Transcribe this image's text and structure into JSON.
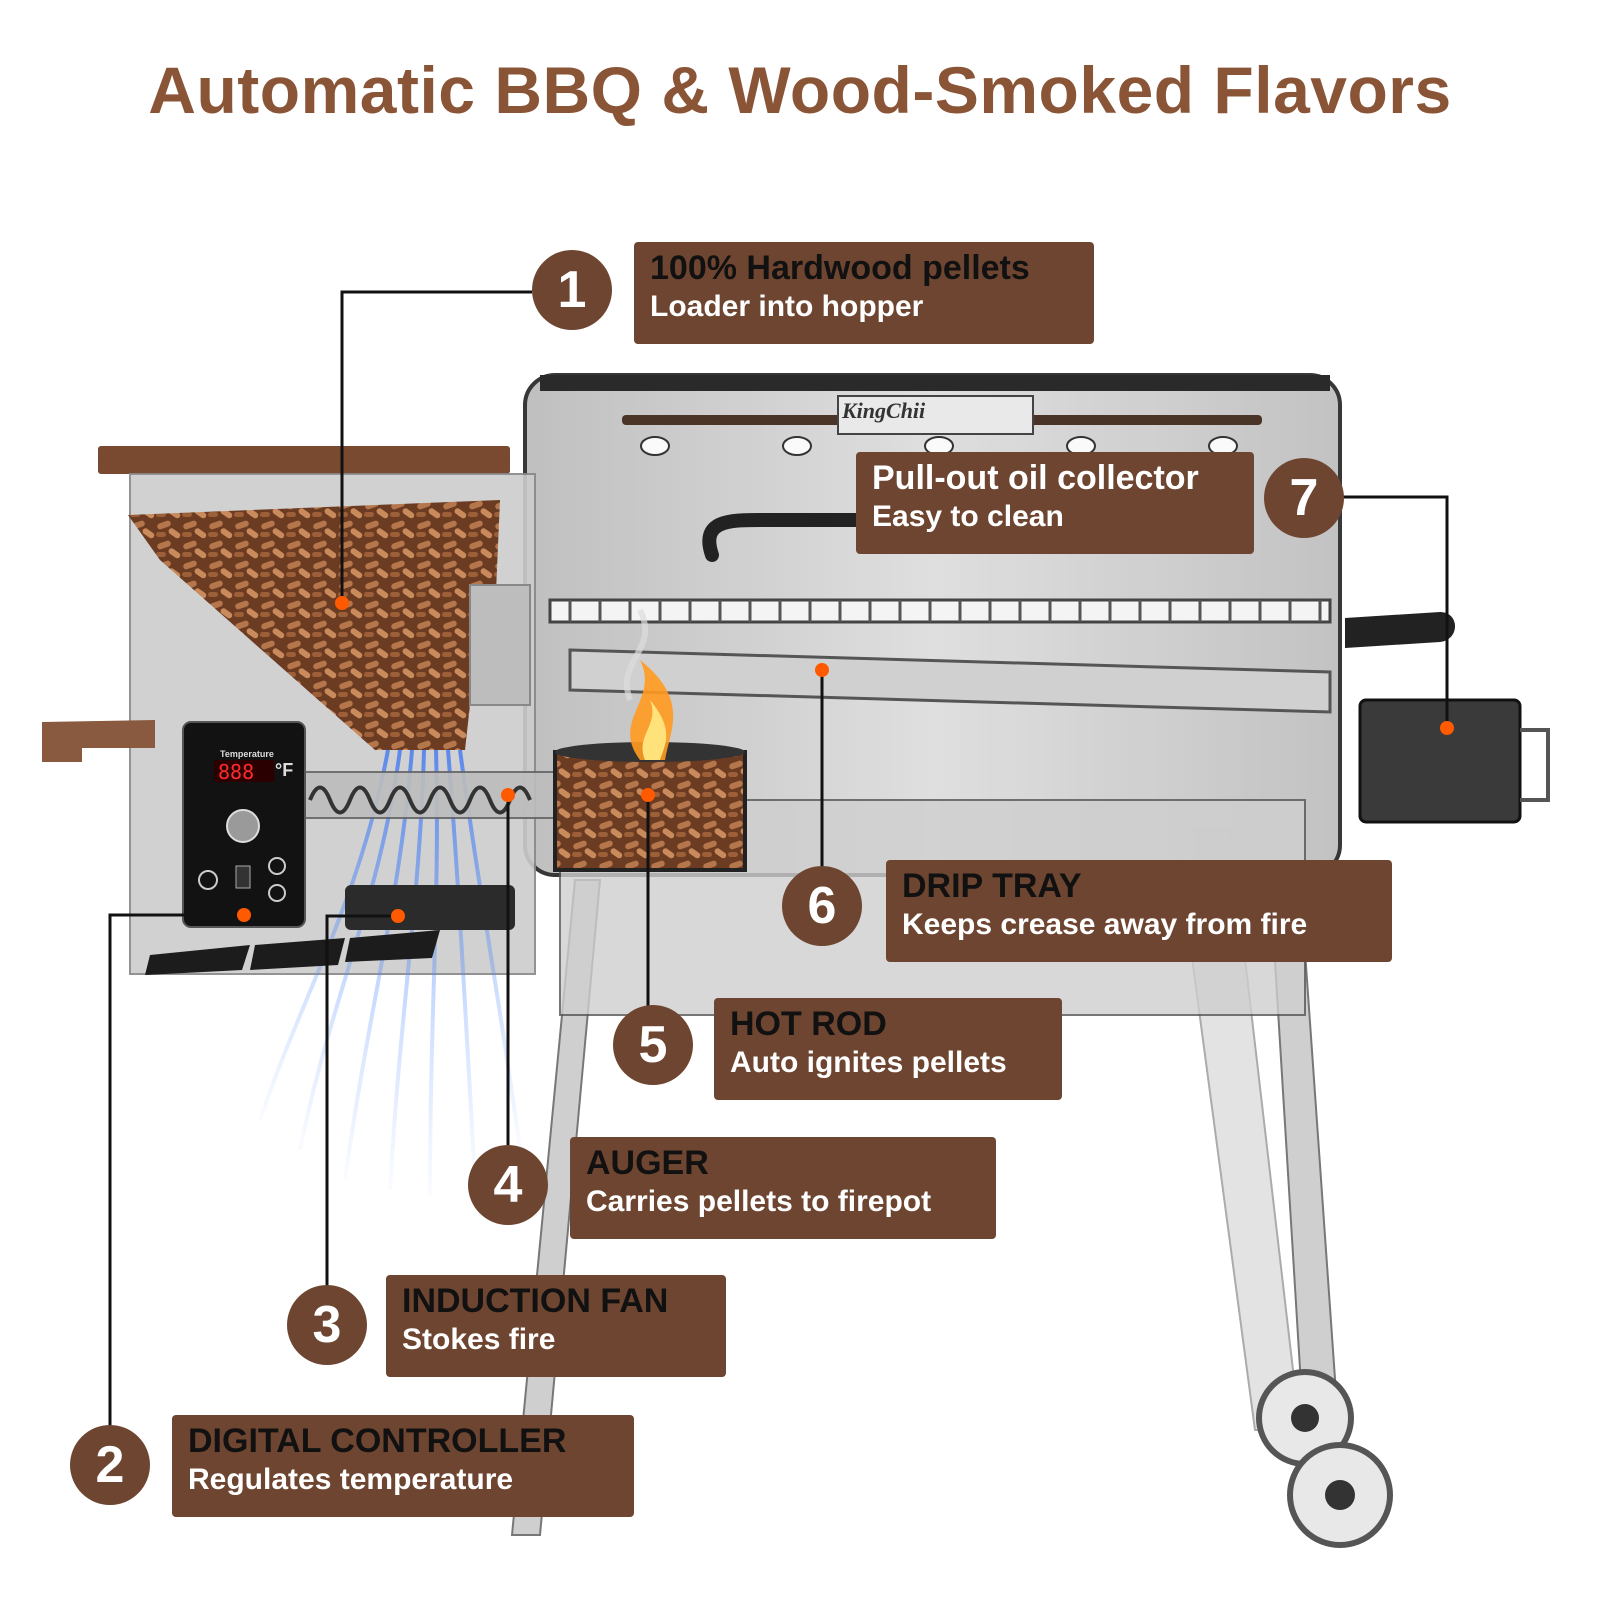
{
  "title": "Automatic BBQ & Wood-Smoked Flavors",
  "brand": "KingChii",
  "controller": {
    "heading": "Temperature",
    "display": "888",
    "unit": "°F"
  },
  "callouts": [
    {
      "number": "1",
      "heading": "100% Hardwood  pellets",
      "subtext": "Loader into hopper"
    },
    {
      "number": "2",
      "heading": "DIGITAL CONTROLLER",
      "subtext": "Regulates temperature"
    },
    {
      "number": "3",
      "heading": "INDUCTION FAN",
      "subtext": "Stokes fire"
    },
    {
      "number": "4",
      "heading": "AUGER",
      "subtext": "Carries pellets to firepot"
    },
    {
      "number": "5",
      "heading": "HOT ROD",
      "subtext": "Auto ignites pellets"
    },
    {
      "number": "6",
      "heading": "DRIP TRAY",
      "subtext": "Keeps crease away from fire"
    },
    {
      "number": "7",
      "heading": "Pull-out oil collector",
      "subtext": "Easy to clean"
    }
  ],
  "colors": {
    "accent": "#6d4530",
    "title": "#8a5537",
    "dot": "#ff5a00"
  }
}
